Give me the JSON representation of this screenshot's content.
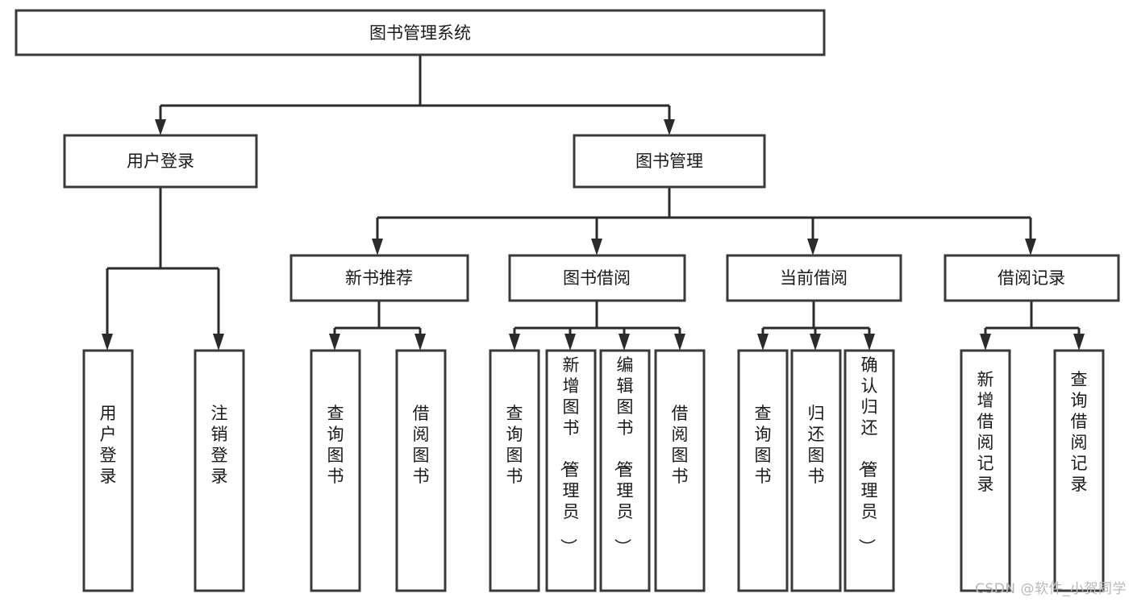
{
  "diagram": {
    "type": "tree-hierarchy-flowchart",
    "title": "图书管理系统",
    "orientation": "top-down",
    "watermark": "CSDN @软件_小贺同学",
    "style": {
      "box_fill": "#ffffff",
      "box_stroke": "#3a3a3a",
      "line_color": "#2b2b2b",
      "text_color": "#1a1a1a",
      "watermark_color": "#b9b9b9",
      "background": "#ffffff"
    },
    "levels": [
      {
        "level": 1,
        "nodes": [
          {
            "id": "root",
            "label": "图书管理系统",
            "orient": "horizontal"
          }
        ]
      },
      {
        "level": 2,
        "nodes": [
          {
            "id": "login",
            "label": "用户登录",
            "orient": "horizontal",
            "parent": "root"
          },
          {
            "id": "bookmgmt",
            "label": "图书管理",
            "orient": "horizontal",
            "parent": "root"
          }
        ]
      },
      {
        "level": 3,
        "nodes": [
          {
            "id": "newbook",
            "label": "新书推荐",
            "orient": "horizontal",
            "parent": "bookmgmt"
          },
          {
            "id": "borrow",
            "label": "图书借阅",
            "orient": "horizontal",
            "parent": "bookmgmt"
          },
          {
            "id": "current",
            "label": "当前借阅",
            "orient": "horizontal",
            "parent": "bookmgmt"
          },
          {
            "id": "records",
            "label": "借阅记录",
            "orient": "horizontal",
            "parent": "bookmgmt"
          }
        ]
      },
      {
        "level": 4,
        "nodes": [
          {
            "id": "leaf1",
            "label": "用户登录",
            "orient": "vertical",
            "parent": "login"
          },
          {
            "id": "leaf2",
            "label": "注销登录",
            "orient": "vertical",
            "parent": "login"
          },
          {
            "id": "leaf3",
            "label": "查询图书",
            "orient": "vertical",
            "parent": "newbook"
          },
          {
            "id": "leaf4",
            "label": "借阅图书",
            "orient": "vertical",
            "parent": "newbook"
          },
          {
            "id": "leaf5",
            "label": "查询图书",
            "orient": "vertical",
            "parent": "borrow"
          },
          {
            "id": "leaf6",
            "label": "新增图书（管理员）",
            "orient": "vertical",
            "parent": "borrow"
          },
          {
            "id": "leaf7",
            "label": "编辑图书（管理员）",
            "orient": "vertical",
            "parent": "borrow"
          },
          {
            "id": "leaf8",
            "label": "借阅图书",
            "orient": "vertical",
            "parent": "borrow"
          },
          {
            "id": "leaf9",
            "label": "查询图书",
            "orient": "vertical",
            "parent": "current"
          },
          {
            "id": "leaf10",
            "label": "归还图书",
            "orient": "vertical",
            "parent": "current"
          },
          {
            "id": "leaf11",
            "label": "确认归还（管理员）",
            "orient": "vertical",
            "parent": "current"
          },
          {
            "id": "leaf12",
            "label": "新增借阅记录",
            "orient": "vertical",
            "parent": "records"
          },
          {
            "id": "leaf13",
            "label": "查询借阅记录",
            "orient": "vertical",
            "parent": "records"
          }
        ]
      }
    ],
    "labels": {
      "root": "图书管理系统",
      "login": "用户登录",
      "bookmgmt": "图书管理",
      "newbook": "新书推荐",
      "borrow": "图书借阅",
      "current": "当前借阅",
      "records": "借阅记录",
      "leaf1": "用户登录",
      "leaf2": "注销登录",
      "leaf3": "查询图书",
      "leaf4": "借阅图书",
      "leaf5": "查询图书",
      "leaf6": "新增图书（管理员）",
      "leaf7": "编辑图书（管理员）",
      "leaf8": "借阅图书",
      "leaf9": "查询图书",
      "leaf10": "归还图书",
      "leaf11": "确认归还（管理员）",
      "leaf12": "新增借阅记录",
      "leaf13": "查询借阅记录"
    }
  }
}
